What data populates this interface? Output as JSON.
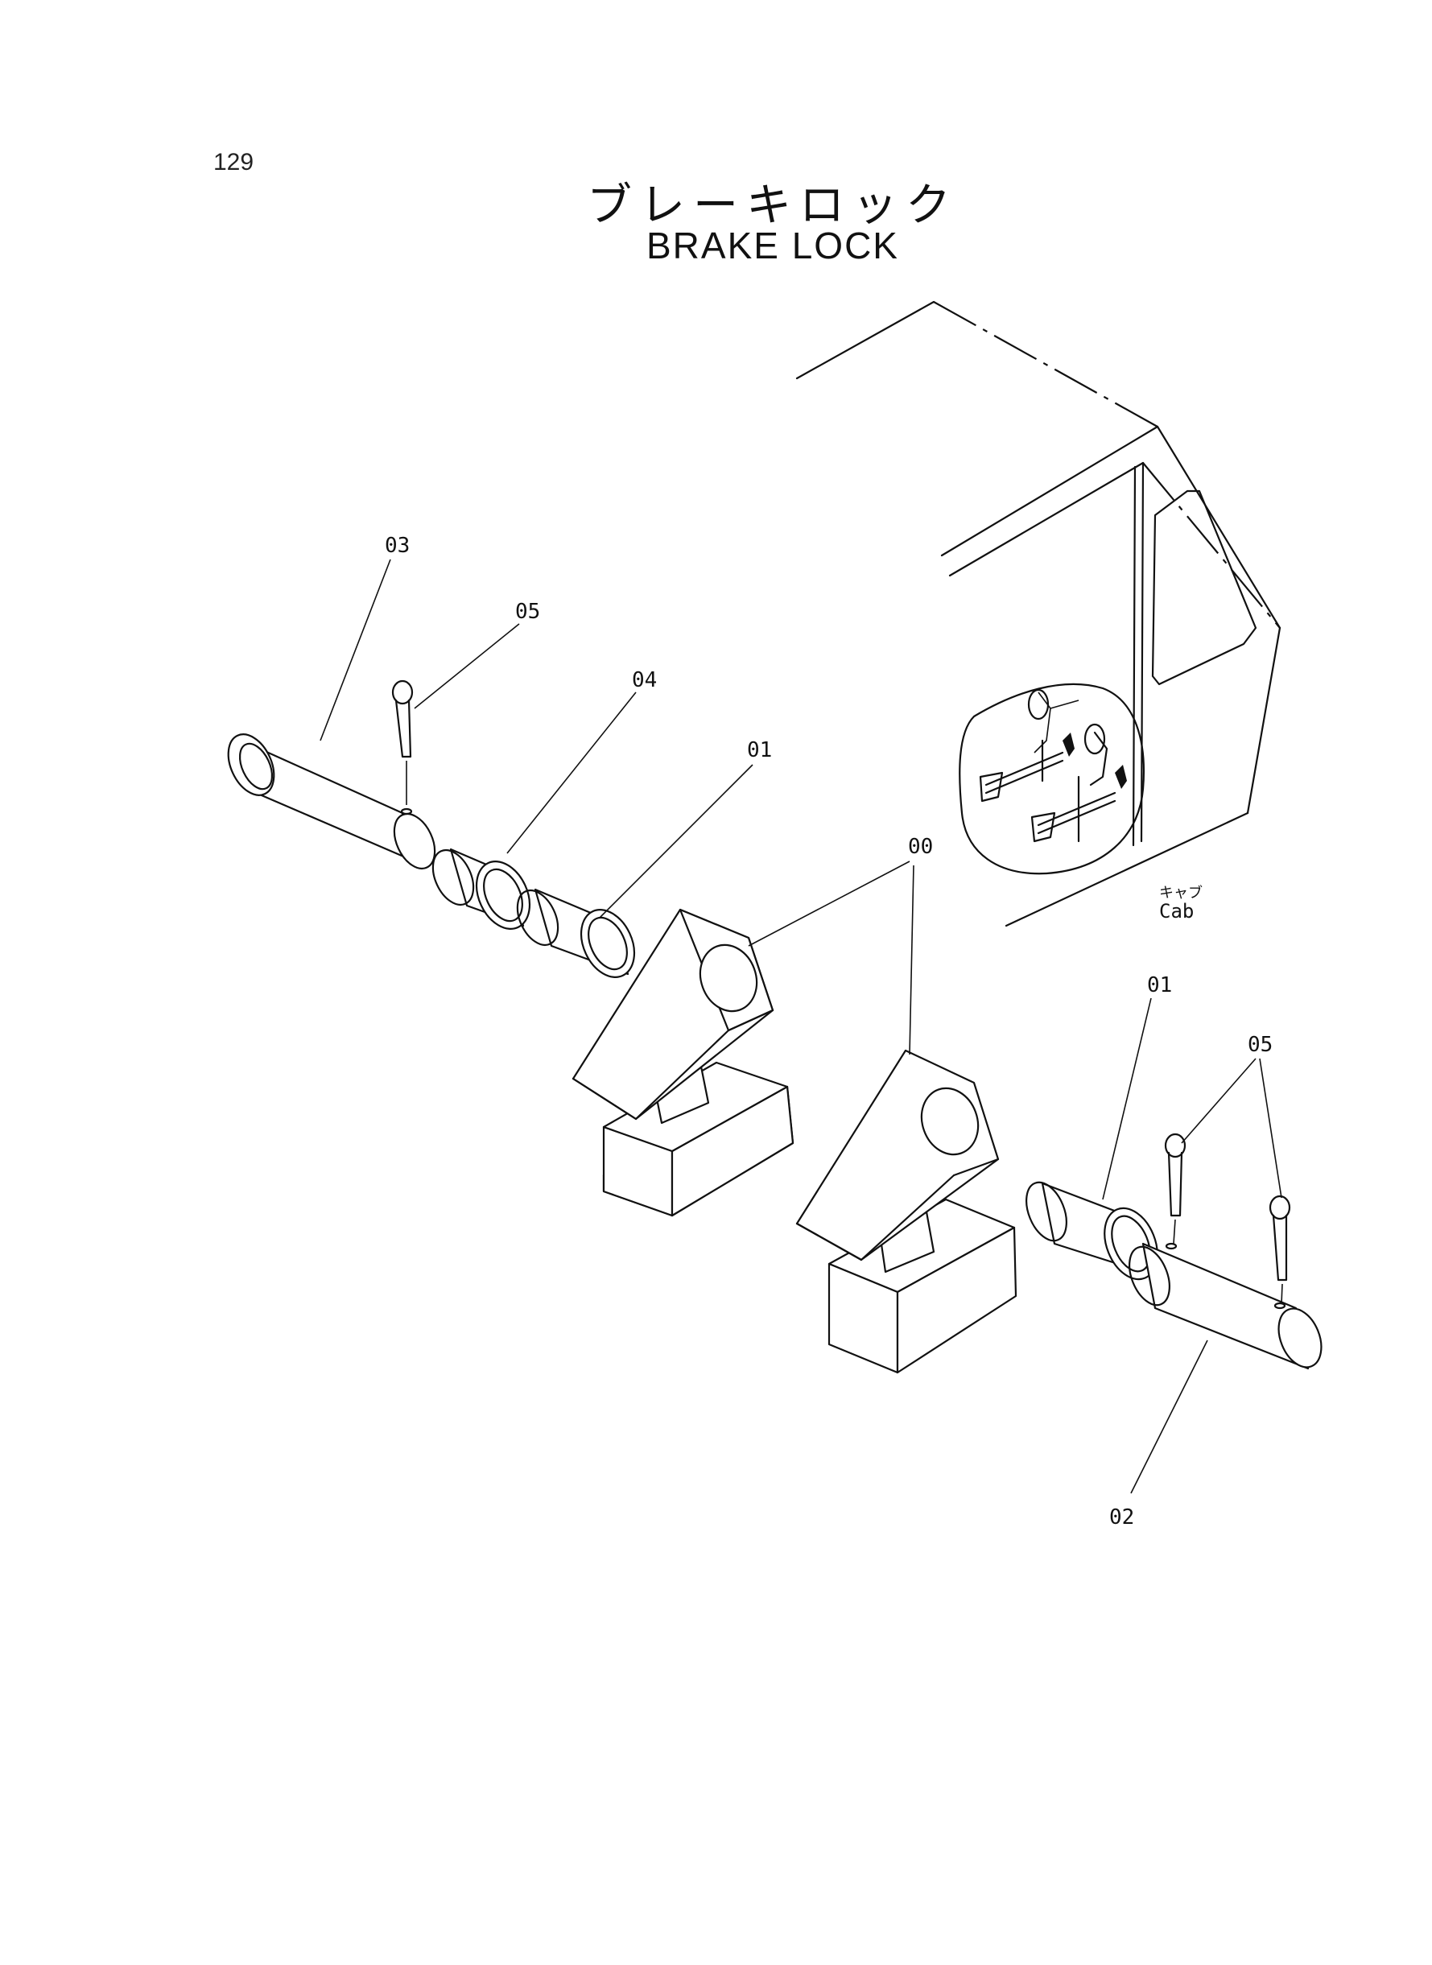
{
  "page_number": "129",
  "title": {
    "japanese": "ブレーキロック",
    "english": "BRAKE LOCK"
  },
  "callouts": {
    "c03": "03",
    "c05a": "05",
    "c04": "04",
    "c01a": "01",
    "c00": "00",
    "c01b": "01",
    "c05b": "05",
    "c02": "02"
  },
  "cab_label": {
    "japanese": "キャブ",
    "english": "Cab"
  }
}
